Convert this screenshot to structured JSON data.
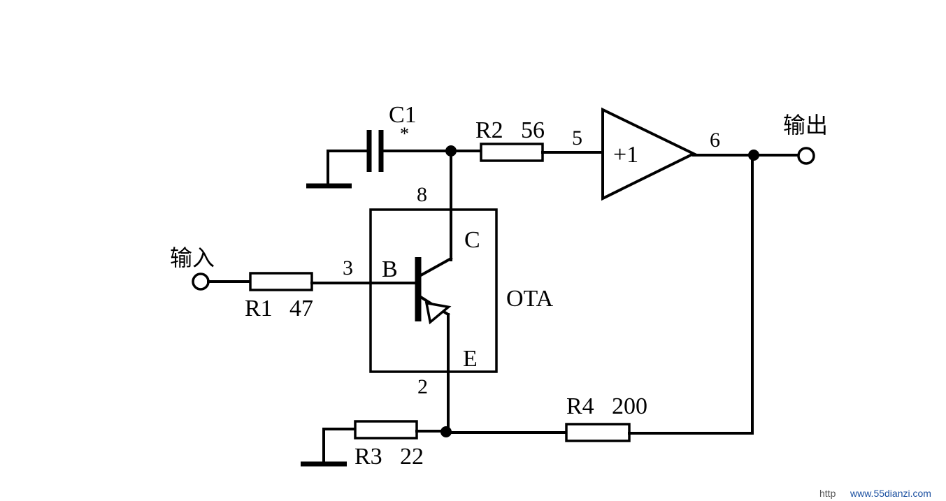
{
  "components": {
    "c1": {
      "label": "C1",
      "mark": "*"
    },
    "r1": {
      "name": "R1",
      "value": "47"
    },
    "r2": {
      "name": "R2",
      "value": "56"
    },
    "r3": {
      "name": "R3",
      "value": "22"
    },
    "r4": {
      "name": "R4",
      "value": "200"
    },
    "buffer": {
      "label": "+1"
    },
    "ota": {
      "label": "OTA"
    }
  },
  "pins": {
    "collector_pin": "8",
    "base_pin": "3",
    "emitter_pin": "2",
    "buffer_in_pin": "5",
    "buffer_out_pin": "6"
  },
  "transistor": {
    "base": "B",
    "collector": "C",
    "emitter": "E"
  },
  "terminals": {
    "input": "输入",
    "output": "输出"
  },
  "watermark": {
    "prefix": "http",
    "site": "www.55dianzi.com"
  }
}
